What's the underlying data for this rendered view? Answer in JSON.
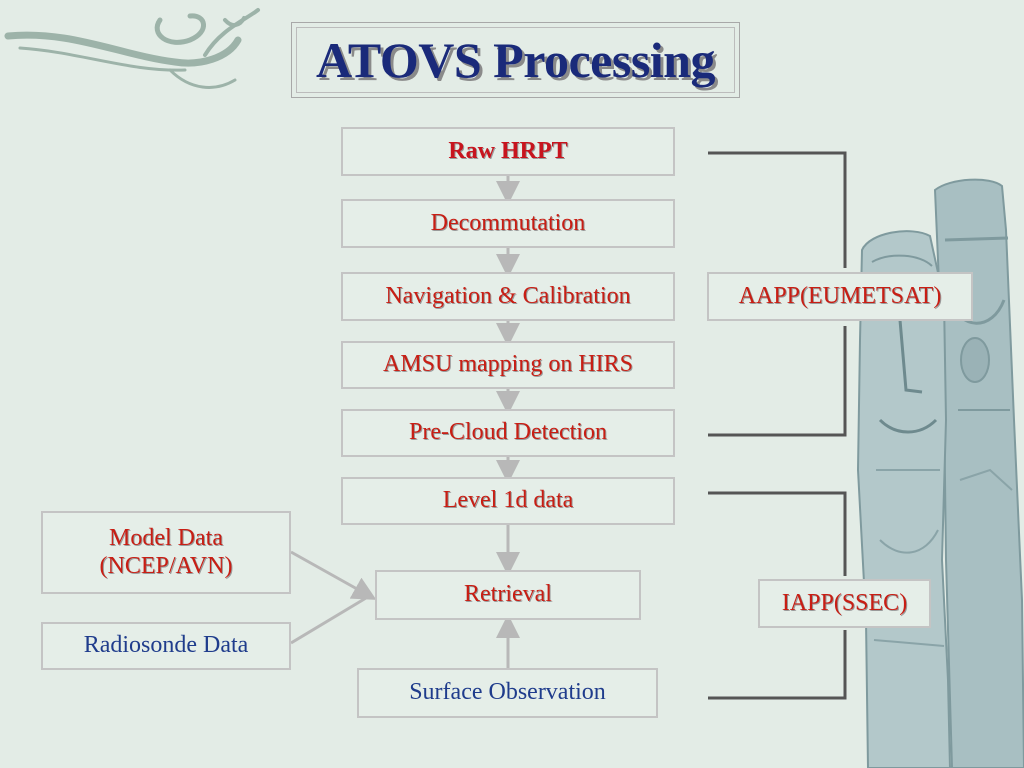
{
  "title": "ATOVS Processing",
  "nodes": {
    "raw_hrpt": "Raw HRPT",
    "decommutation": "Decommutation",
    "navigation": "Navigation & Calibration",
    "amsu_mapping": "AMSU mapping on HIRS",
    "pre_cloud": "Pre-Cloud Detection",
    "level1d": "Level 1d data",
    "retrieval": "Retrieval",
    "model_data_line1": "Model Data",
    "model_data_line2": "(NCEP/AVN)",
    "radiosonde": "Radiosonde Data",
    "surface_obs": "Surface Observation",
    "aapp": "AAPP(EUMETSAT)",
    "iapp": "IAPP(SSEC)"
  },
  "colors": {
    "background": "#e3ece6",
    "box_border": "#c4c4c4",
    "red_text": "#c81e14",
    "blue_text": "#1f3c8c",
    "title_text": "#1a2a7a",
    "bracket": "#555555"
  }
}
